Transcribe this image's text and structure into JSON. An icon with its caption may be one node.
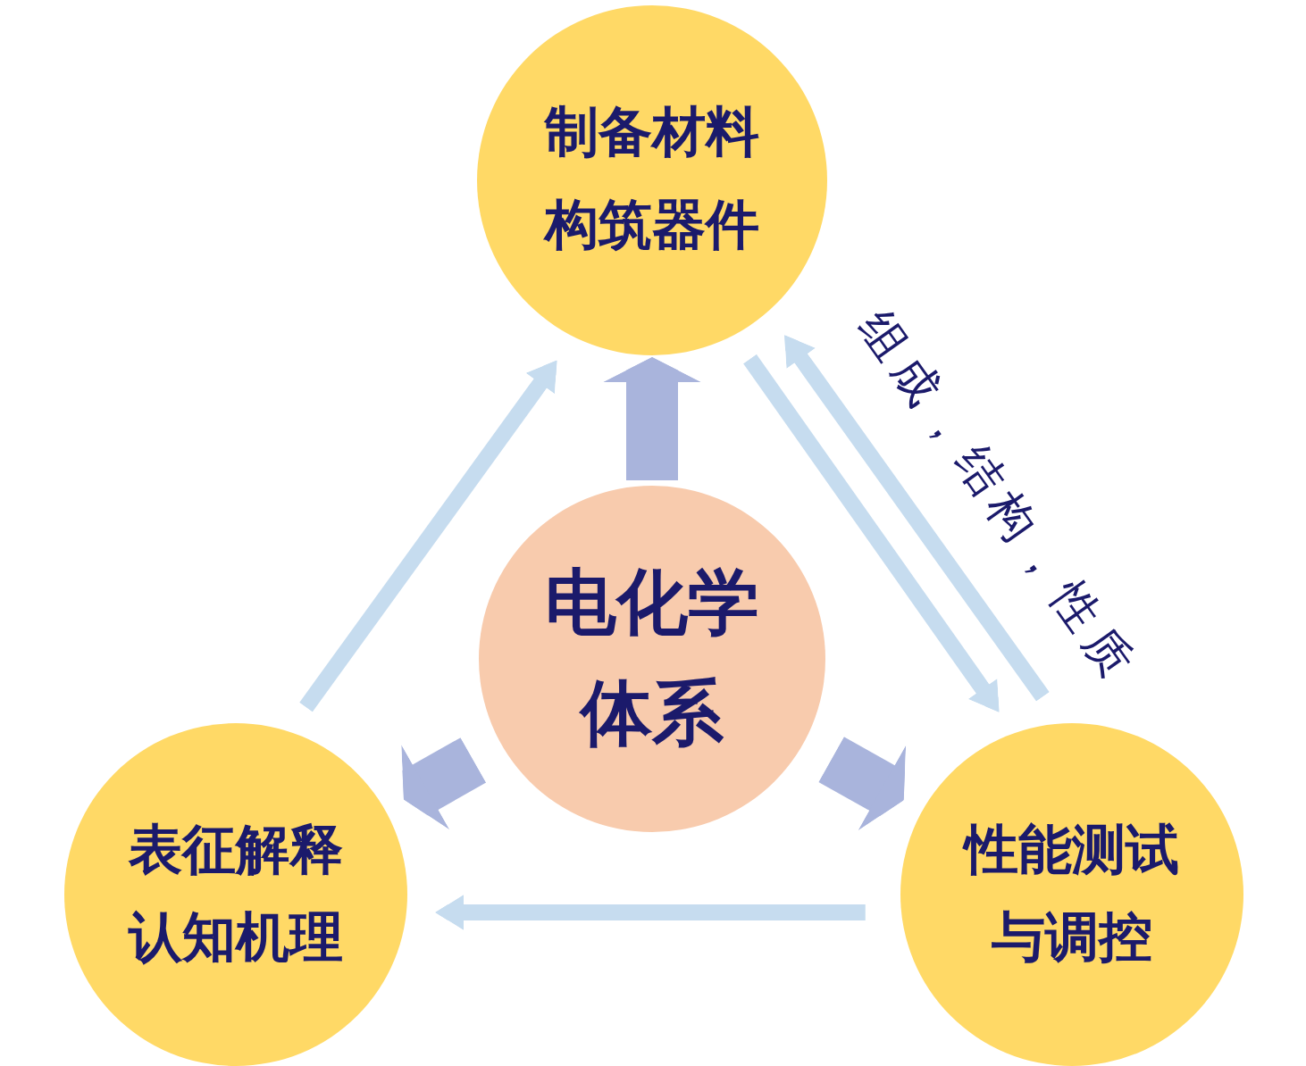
{
  "diagram": {
    "nodes": [
      {
        "text": [
          "制备材料构筑器件"
        ]
      },
      {
        "text": [
          "电化学体系"
        ]
      },
      {
        "text": [
          "表征解释认知机理"
        ]
      },
      {
        "text": [
          "性能测试与调控"
        ]
      }
    ],
    "edges": [
      {
        "from": 1,
        "to": 0,
        "arrow": "to",
        "style": "thick",
        "color": "#a9b4dc"
      },
      {
        "from": 1,
        "to": 2,
        "arrow": "to",
        "style": "thick",
        "color": "#a9b4dc"
      },
      {
        "from": 1,
        "to": 3,
        "arrow": "to",
        "style": "thick",
        "color": "#a9b4dc"
      },
      {
        "from": 2,
        "to": 0,
        "arrow": "to"
      },
      {
        "from": 0,
        "to": 3,
        "arrow": "to"
      },
      {
        "from": 3,
        "to": 0,
        "arrow": "to",
        "label": "组成，结构，性质"
      },
      {
        "from": 3,
        "to": 2,
        "arrow": "to"
      }
    ]
  }
}
